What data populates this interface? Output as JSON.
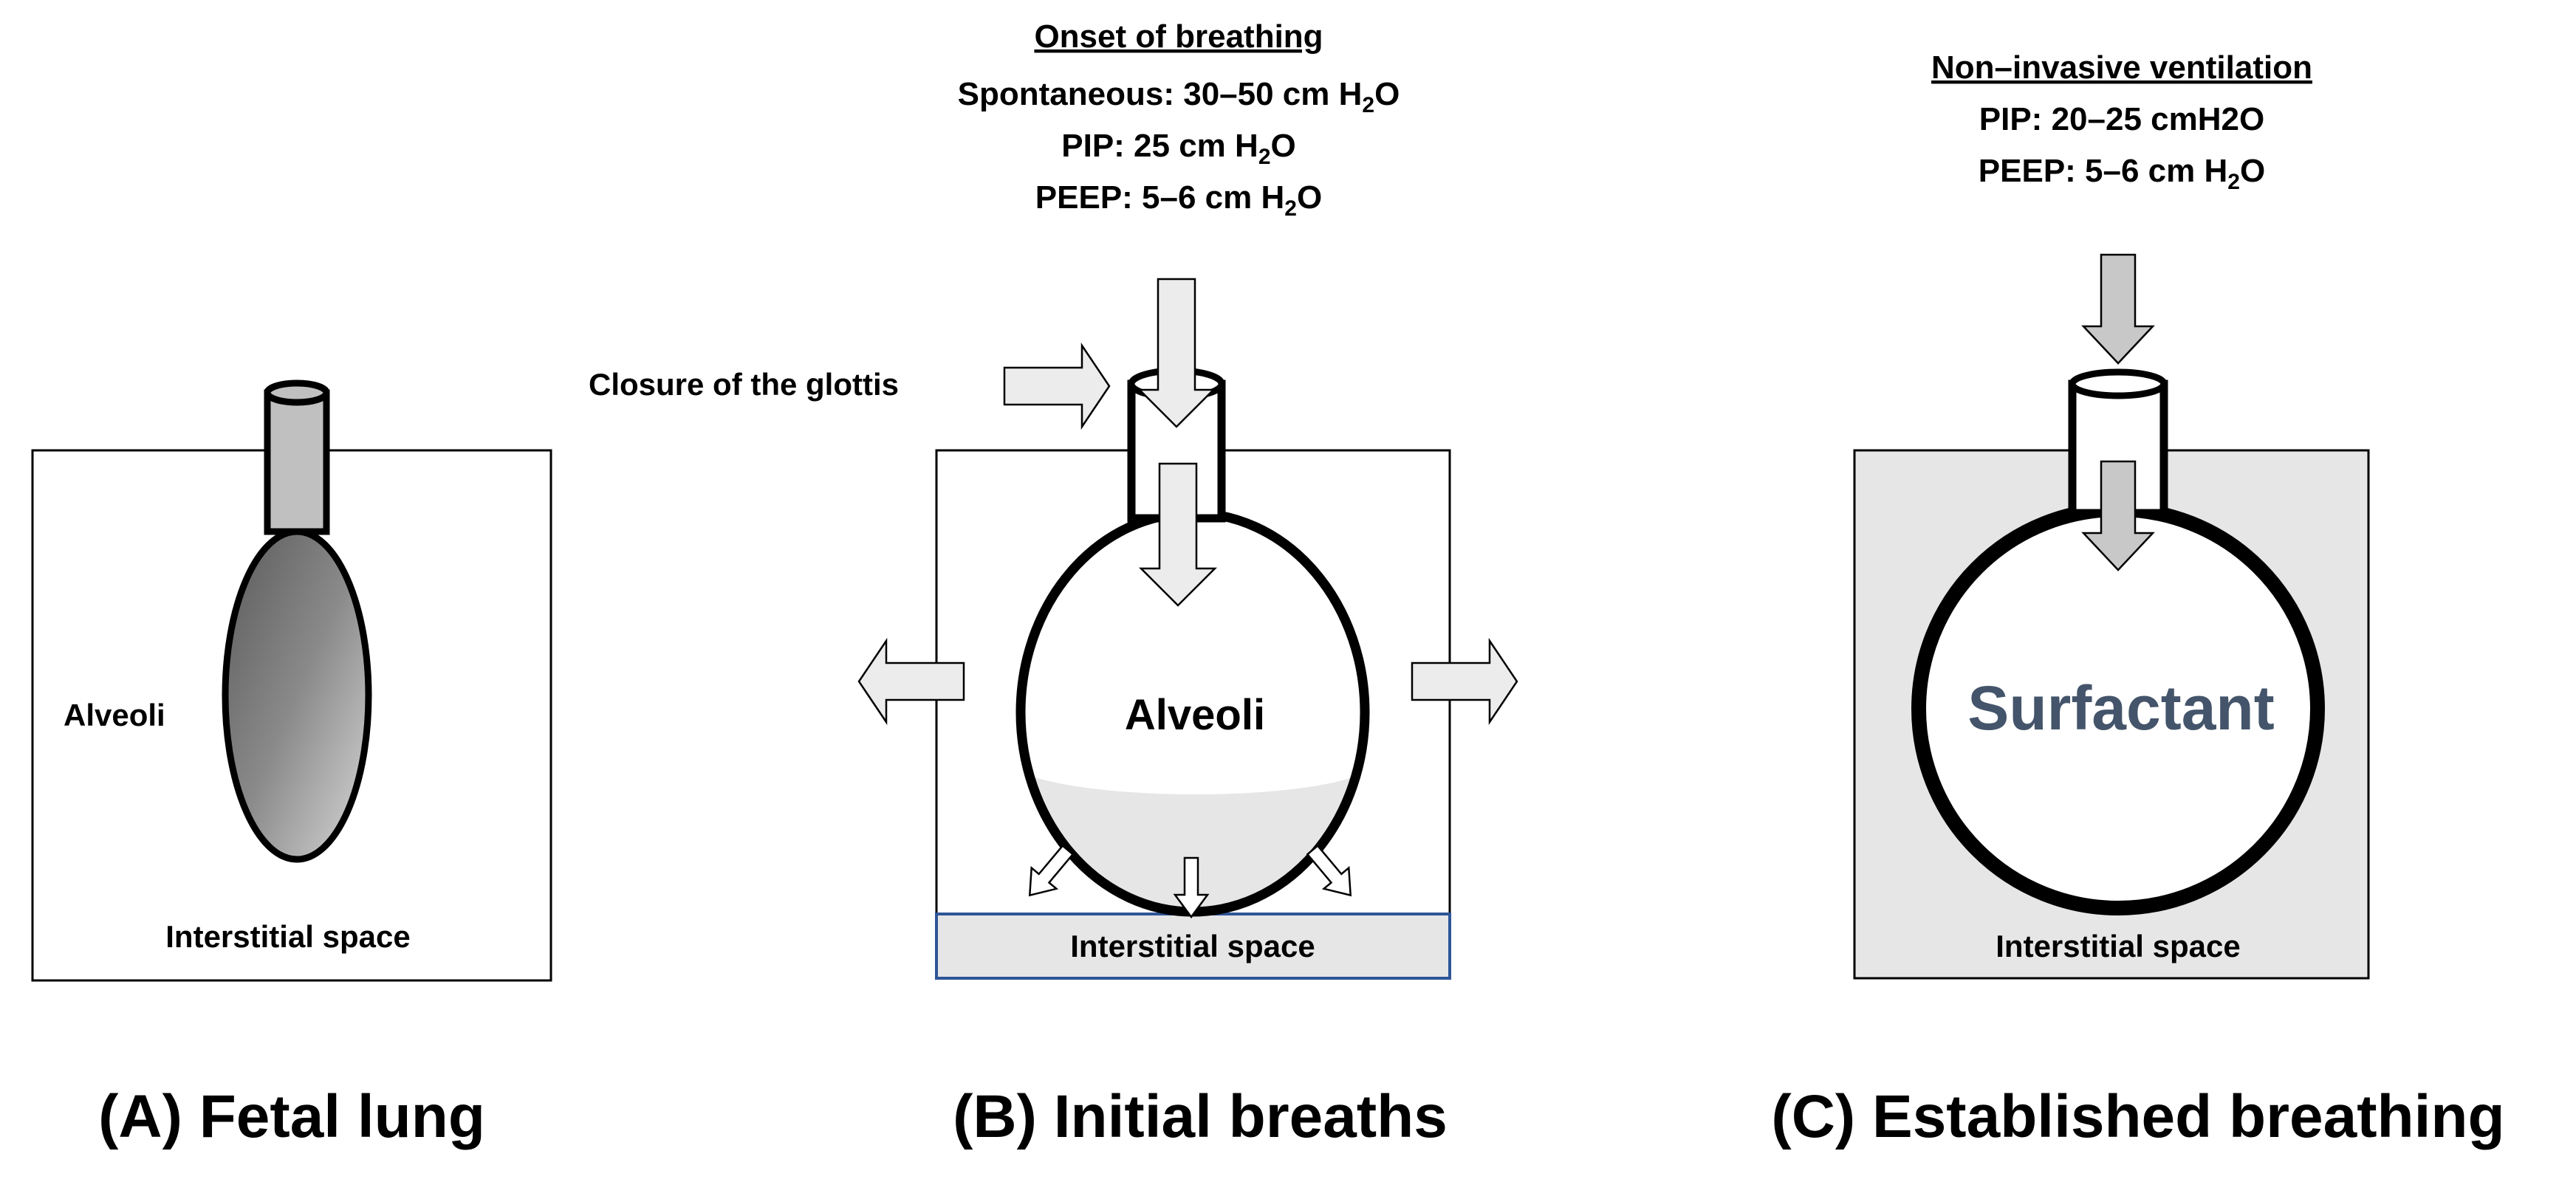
{
  "colors": {
    "surfactant_text": "#44546A",
    "interstitial_fill": "#e6e6e6",
    "arrow_fill": "#ececec",
    "arrow_fill_dark": "#c8c8c8",
    "interstitial_border_b": "#2e5597"
  },
  "panel_a": {
    "alveoli_label": "Alveoli",
    "interstitial_label": "Interstitial space",
    "caption": "(A) Fetal lung"
  },
  "panel_b": {
    "header": "Onset of breathing",
    "line1": {
      "prefix": "Spontaneous: 30–50 cm H",
      "sub": "2",
      "suffix": "O"
    },
    "line2": {
      "prefix": "PIP: 25 cm H",
      "sub": "2",
      "suffix": "O"
    },
    "line3": {
      "prefix": "PEEP: 5–6 cm H",
      "sub": "2",
      "suffix": "O"
    },
    "glottis_label": "Closure of the glottis",
    "alveoli_label": "Alveoli",
    "interstitial_label": "Interstitial space",
    "caption": "(B) Initial breaths"
  },
  "panel_c": {
    "header": "Non–invasive ventilation",
    "line1": "PIP: 20–25 cmH2O",
    "line2": {
      "prefix": "PEEP: 5–6 cm H",
      "sub": "2",
      "suffix": "O"
    },
    "surfactant_label": "Surfactant",
    "interstitial_label": "Interstitial space",
    "caption": "(C) Established breathing"
  }
}
